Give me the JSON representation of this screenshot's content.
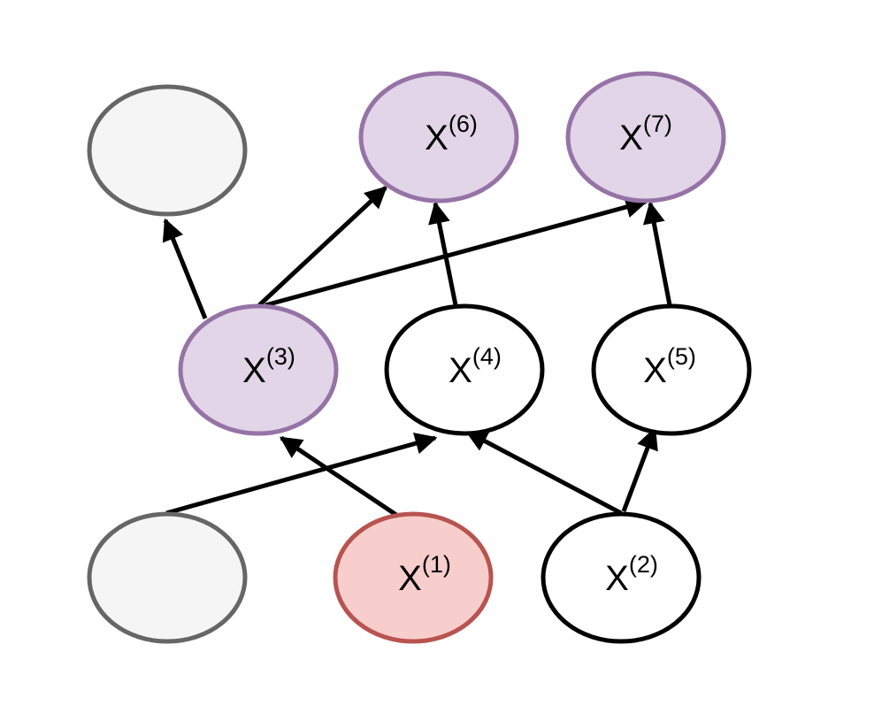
{
  "colors": {
    "background": "#ffffff",
    "edge": "#000000",
    "purple_fill": "#e1d5e7",
    "purple_stroke": "#9673a6",
    "red_fill": "#f8cecc",
    "red_stroke": "#b85450",
    "gray_fill": "#f5f5f5",
    "gray_stroke": "#666666",
    "white_fill": "#ffffff",
    "black_stroke": "#000000"
  },
  "nodes": {
    "unlabeled_top": {
      "base": "",
      "sup": ""
    },
    "x6": {
      "base": "X",
      "sup": "(6)"
    },
    "x7": {
      "base": "X",
      "sup": "(7)"
    },
    "x3": {
      "base": "X",
      "sup": "(3)"
    },
    "x4": {
      "base": "X",
      "sup": "(4)"
    },
    "x5": {
      "base": "X",
      "sup": "(5)"
    },
    "unlabeled_bottom": {
      "base": "",
      "sup": ""
    },
    "x1": {
      "base": "X",
      "sup": "(1)"
    },
    "x2": {
      "base": "X",
      "sup": "(2)"
    }
  },
  "edges": [
    {
      "from": "x3",
      "to": "unlabeled_top"
    },
    {
      "from": "x3",
      "to": "x6"
    },
    {
      "from": "x3",
      "to": "x7"
    },
    {
      "from": "x4",
      "to": "x6"
    },
    {
      "from": "x5",
      "to": "x7"
    },
    {
      "from": "unlabeled_bottom",
      "to": "x4"
    },
    {
      "from": "x1",
      "to": "x3"
    },
    {
      "from": "x2",
      "to": "x4"
    },
    {
      "from": "x2",
      "to": "x5"
    }
  ]
}
